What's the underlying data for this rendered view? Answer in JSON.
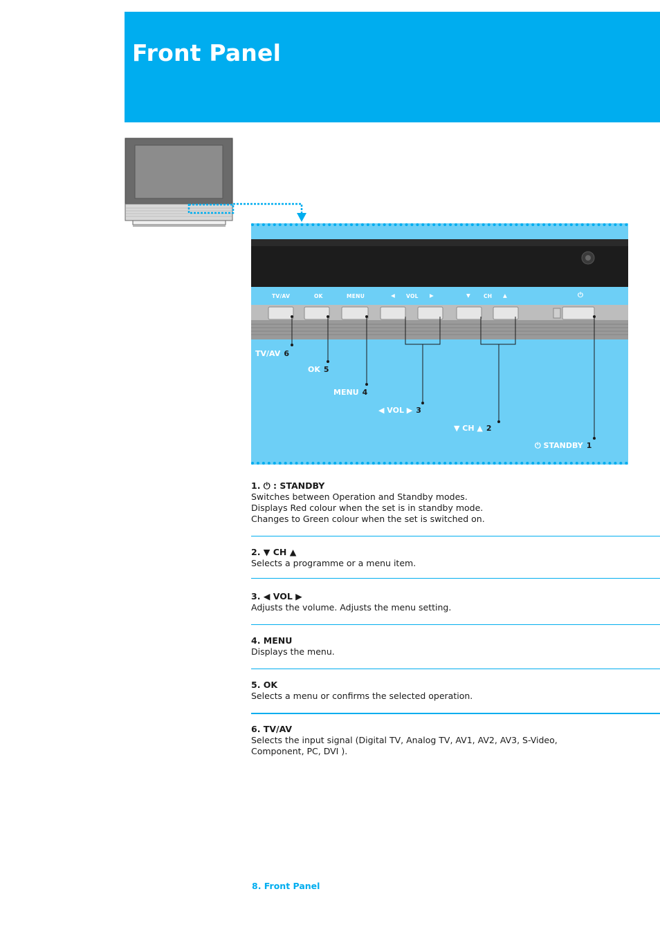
{
  "header": {
    "title": "Front Panel"
  },
  "panel": {
    "button_labels": {
      "tvav": "TV/AV",
      "ok": "OK",
      "menu": "MENU",
      "vol_left": "◀",
      "vol": "VOL",
      "vol_right": "▶",
      "ch_down": "▼",
      "ch": "CH",
      "ch_up": "▲",
      "power": "⏻"
    },
    "callouts": [
      {
        "label": "TV/AV",
        "num": "6"
      },
      {
        "label": "OK",
        "num": "5"
      },
      {
        "label": "MENU",
        "num": "4"
      },
      {
        "label": "◀ VOL ▶",
        "num": "3"
      },
      {
        "label": "▼ CH ▲",
        "num": "2"
      },
      {
        "label": "⏻ STANDBY",
        "num": "1"
      }
    ]
  },
  "items": [
    {
      "title": "1. ⏻ : STANDBY",
      "lines": [
        "Switches between Operation and Standby modes.",
        "Displays Red colour when the set is in standby mode.",
        "Changes to Green colour when the set is switched on."
      ]
    },
    {
      "title": "2. ▼  CH  ▲",
      "lines": [
        "Selects a programme or a menu item."
      ]
    },
    {
      "title": "3. ◀ VOL ▶",
      "lines": [
        "Adjusts the volume. Adjusts the menu setting."
      ]
    },
    {
      "title": "4. MENU",
      "lines": [
        "Displays the menu."
      ]
    },
    {
      "title": "5. OK",
      "lines": [
        "Selects a menu or confirms the selected operation."
      ]
    },
    {
      "title": "6. TV/AV",
      "lines": [
        "Selects the input signal (Digital TV, Analog TV, AV1, AV2, AV3, S-Video,",
        "Component, PC, DVI )."
      ]
    }
  ],
  "footer": {
    "text": "8. Front Panel"
  },
  "colors": {
    "accent": "#00adef",
    "panel_bg": "#6dcff6"
  }
}
